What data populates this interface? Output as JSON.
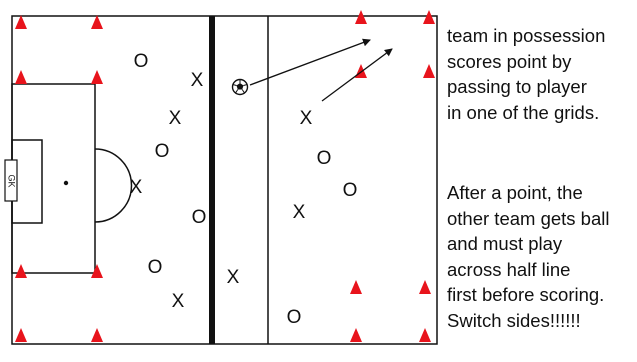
{
  "figure": {
    "gk_label": "GK",
    "player_symbols": {
      "team_a": "O",
      "team_b": "X"
    },
    "cone_color": "#e8141c",
    "line_color": "#111111"
  },
  "notes": {
    "paragraph_1": [
      "team in possession",
      "scores point by",
      "passing to player",
      "in one of the grids."
    ],
    "paragraph_2": [
      "After a point, the",
      "other team gets ball",
      "and must play",
      "across half line",
      "first before scoring.",
      "Switch sides!!!!!!"
    ]
  }
}
